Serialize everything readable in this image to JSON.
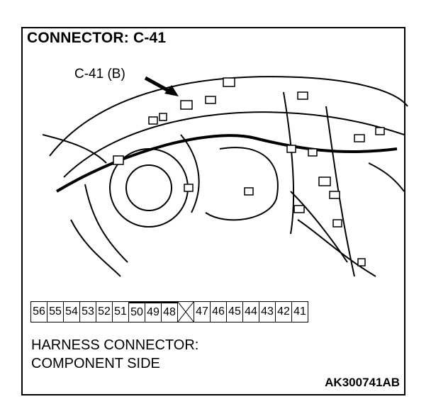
{
  "title": "CONNECTOR: C-41",
  "callout": "C-41 (B)",
  "pins": [
    "56",
    "55",
    "54",
    "53",
    "52",
    "51",
    "50",
    "49",
    "48",
    "",
    "47",
    "46",
    "45",
    "44",
    "43",
    "42",
    "41"
  ],
  "key_pins": [
    "50",
    "49",
    "48"
  ],
  "harness_label_line1": "HARNESS CONNECTOR:",
  "harness_label_line2": "COMPONENT SIDE",
  "code": "AK300741AB"
}
